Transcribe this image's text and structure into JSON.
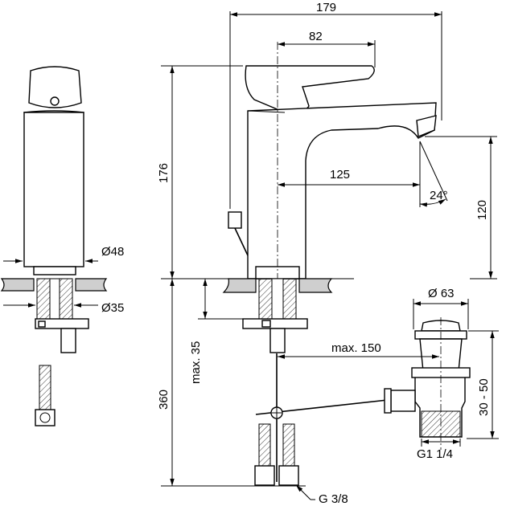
{
  "dimensions": {
    "overall_width": "179",
    "handle_width": "82",
    "spout_reach": "125",
    "body_height": "176",
    "spout_height": "120",
    "spout_angle": "24°",
    "body_diameter": "Ø48",
    "shank_diameter": "Ø35",
    "waste_diameter": "Ø 63",
    "max_thickness": "max. 35",
    "max_offset": "max. 150",
    "hose_length": "360",
    "waste_range": "30 - 50",
    "waste_thread": "G1 1/4",
    "hose_thread": "G 3/8"
  }
}
